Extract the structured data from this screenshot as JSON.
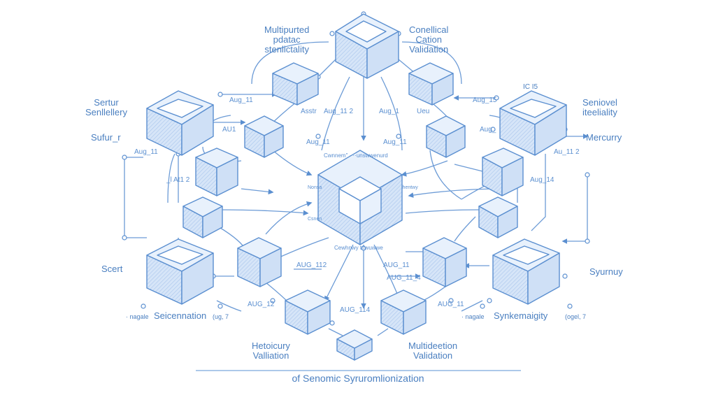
{
  "colors": {
    "stroke": "#5b8fd0",
    "fill": "#cfe0f6",
    "top": "#e8f1fc",
    "text": "#4a7fc0"
  },
  "labels": {
    "top_left": "Multipurted\npdatac\nstenlictality",
    "top_right": "Conellical\nCation\nValidation",
    "left_upper": "Sertur\nSenllellery",
    "left_mid": "Sufur_r",
    "right_upper": "Seniovel\niteeliality",
    "right_mid": "Mercurry",
    "left_lower": "Scert",
    "right_lower": "Syurnuy",
    "bottom_left_small": "· nagale",
    "bottom_left": "Seicennation",
    "bottom_left_right": "(ug, 7",
    "bottom_right_small": "· nagale",
    "bottom_right": "Synkemaigity",
    "bottom_right_right": "(ogel, 7",
    "bottom_center_left": "Hetoicury\nValliation",
    "bottom_center_right": "Multideetion\nValidation",
    "top_right_corner": "IC I5",
    "center_top": "Cwnnem\" · ··unswwenurd",
    "center_bottom": "Cewhnwy  tnwuwwe",
    "center_left": "Nonsa",
    "center_right": "lhentwy",
    "center_side_left": "Csnen"
  },
  "edge_labels": [
    "Aug_11",
    "Asstr",
    "Aug_11 2",
    "Aug_1",
    "Ueu",
    "Aug_15",
    "AU1",
    "Aug_11",
    "Aug_11",
    "Aug_",
    "Aug_11",
    "Au_11 2",
    "_l At1 2",
    "Aug_14",
    "AUG_112",
    "AUG_11",
    "AUG_11_4",
    "AUG_12",
    "AUG_114",
    "AUG_11"
  ],
  "caption": "of Senomic Syruromlionization"
}
